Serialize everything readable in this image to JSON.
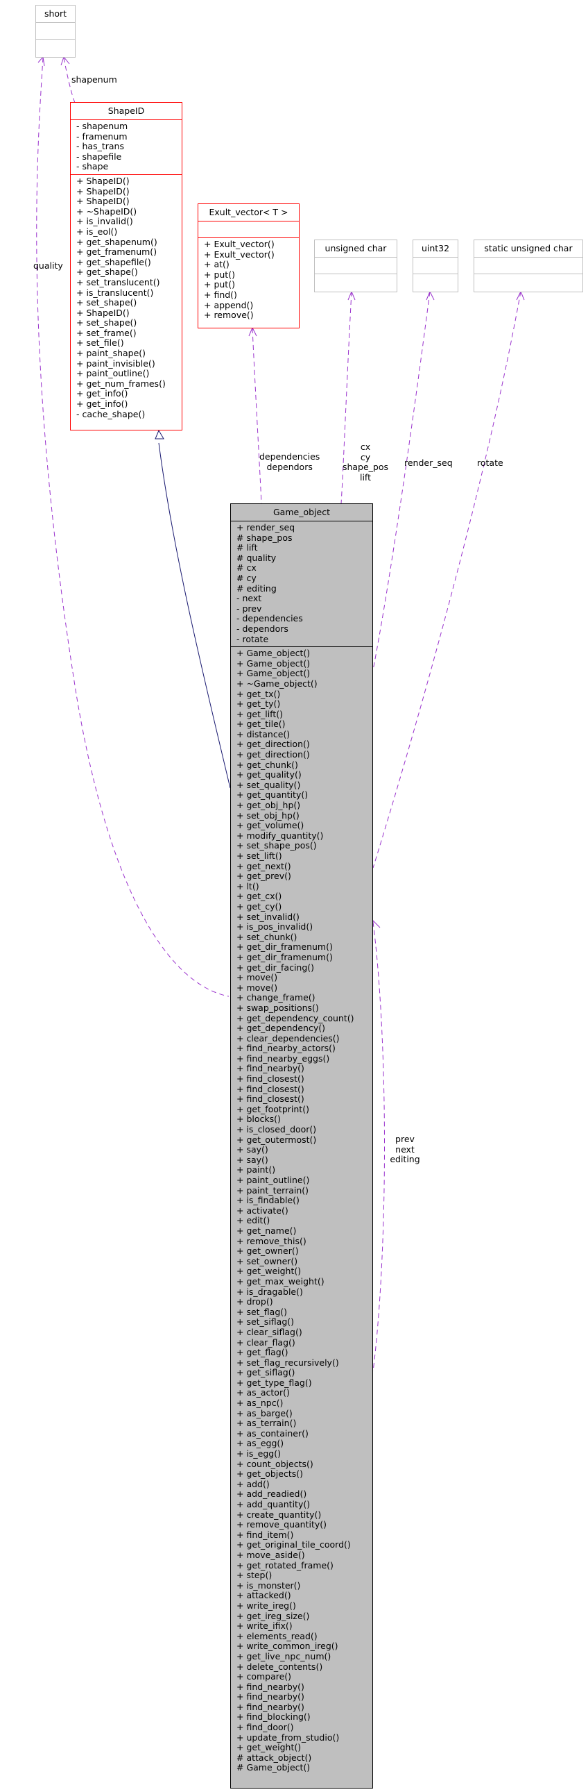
{
  "diagram": {
    "type": "collaboration-diagram",
    "colors": {
      "dependency_edge": "#9a32cd",
      "inheritance_edge": "#191970",
      "main_fill": "#bfbfbf",
      "class_border": "#ff0000",
      "type_border": "#bfbfbf"
    },
    "nodes": {
      "short": {
        "title": "short",
        "attributes": [],
        "methods": []
      },
      "shapeid": {
        "title": "ShapeID",
        "attributes": [
          "- shapenum",
          "- framenum",
          "- has_trans",
          "- shapefile",
          "- shape"
        ],
        "methods": [
          "+ ShapeID()",
          "+ ShapeID()",
          "+ ShapeID()",
          "+ ~ShapeID()",
          "+ is_invalid()",
          "+ is_eol()",
          "+ get_shapenum()",
          "+ get_framenum()",
          "+ get_shapefile()",
          "+ get_shape()",
          "+ set_translucent()",
          "+ is_translucent()",
          "+ set_shape()",
          "+ ShapeID()",
          "+ set_shape()",
          "+ set_frame()",
          "+ set_file()",
          "+ paint_shape()",
          "+ paint_invisible()",
          "+ paint_outline()",
          "+ get_num_frames()",
          "+ get_info()",
          "+ get_info()",
          "- cache_shape()"
        ]
      },
      "exult_vector": {
        "title": "Exult_vector< T >",
        "attributes": [],
        "methods": [
          "+ Exult_vector()",
          "+ Exult_vector()",
          "+ at()",
          "+ put()",
          "+ put()",
          "+ find()",
          "+ append()",
          "+ remove()"
        ]
      },
      "unsigned_char": {
        "title": "unsigned char",
        "attributes": [],
        "methods": []
      },
      "uint32": {
        "title": "uint32",
        "attributes": [],
        "methods": []
      },
      "static_unsigned_char": {
        "title": "static unsigned char",
        "attributes": [],
        "methods": []
      },
      "game_object": {
        "title": "Game_object",
        "attributes": [
          "+ render_seq",
          "# shape_pos",
          "# lift",
          "# quality",
          "# cx",
          "# cy",
          "# editing",
          "- next",
          "- prev",
          "- dependencies",
          "- dependors",
          "- rotate"
        ],
        "methods": [
          "+ Game_object()",
          "+ Game_object()",
          "+ Game_object()",
          "+ ~Game_object()",
          "+ get_tx()",
          "+ get_ty()",
          "+ get_lift()",
          "+ get_tile()",
          "+ distance()",
          "+ get_direction()",
          "+ get_direction()",
          "+ get_chunk()",
          "+ get_quality()",
          "+ set_quality()",
          "+ get_quantity()",
          "+ get_obj_hp()",
          "+ set_obj_hp()",
          "+ get_volume()",
          "+ modify_quantity()",
          "+ set_shape_pos()",
          "+ set_lift()",
          "+ get_next()",
          "+ get_prev()",
          "+ lt()",
          "+ get_cx()",
          "+ get_cy()",
          "+ set_invalid()",
          "+ is_pos_invalid()",
          "+ set_chunk()",
          "+ get_dir_framenum()",
          "+ get_dir_framenum()",
          "+ get_dir_facing()",
          "+ move()",
          "+ move()",
          "+ change_frame()",
          "+ swap_positions()",
          "+ get_dependency_count()",
          "+ get_dependency()",
          "+ clear_dependencies()",
          "+ find_nearby_actors()",
          "+ find_nearby_eggs()",
          "+ find_nearby()",
          "+ find_closest()",
          "+ find_closest()",
          "+ find_closest()",
          "+ get_footprint()",
          "+ blocks()",
          "+ is_closed_door()",
          "+ get_outermost()",
          "+ say()",
          "+ say()",
          "+ paint()",
          "+ paint_outline()",
          "+ paint_terrain()",
          "+ is_findable()",
          "+ activate()",
          "+ edit()",
          "+ get_name()",
          "+ remove_this()",
          "+ get_owner()",
          "+ set_owner()",
          "+ get_weight()",
          "+ get_max_weight()",
          "+ is_dragable()",
          "+ drop()",
          "+ set_flag()",
          "+ set_siflag()",
          "+ clear_siflag()",
          "+ clear_flag()",
          "+ get_flag()",
          "+ set_flag_recursively()",
          "+ get_siflag()",
          "+ get_type_flag()",
          "+ as_actor()",
          "+ as_npc()",
          "+ as_barge()",
          "+ as_terrain()",
          "+ as_container()",
          "+ as_egg()",
          "+ is_egg()",
          "+ count_objects()",
          "+ get_objects()",
          "+ add()",
          "+ add_readied()",
          "+ add_quantity()",
          "+ create_quantity()",
          "+ remove_quantity()",
          "+ find_item()",
          "+ get_original_tile_coord()",
          "+ move_aside()",
          "+ get_rotated_frame()",
          "+ step()",
          "+ is_monster()",
          "+ attacked()",
          "+ write_ireg()",
          "+ get_ireg_size()",
          "+ write_ifix()",
          "+ elements_read()",
          "+ write_common_ireg()",
          "+ get_live_npc_num()",
          "+ delete_contents()",
          "+ compare()",
          "+ find_nearby()",
          "+ find_nearby()",
          "+ find_nearby()",
          "+ find_blocking()",
          "+ find_door()",
          "+ update_from_studio()",
          "+ get_weight()",
          "# attack_object()",
          "# Game_object()"
        ]
      }
    },
    "edge_labels": {
      "shapenum": "shapenum",
      "quality": "quality",
      "exult_vector": [
        "dependencies",
        "dependors"
      ],
      "unsigned_char": [
        "cx",
        "cy",
        "shape_pos",
        "lift"
      ],
      "uint32": "render_seq",
      "static_unsigned_char": "rotate",
      "self": [
        "prev",
        "next",
        "editing"
      ]
    }
  }
}
